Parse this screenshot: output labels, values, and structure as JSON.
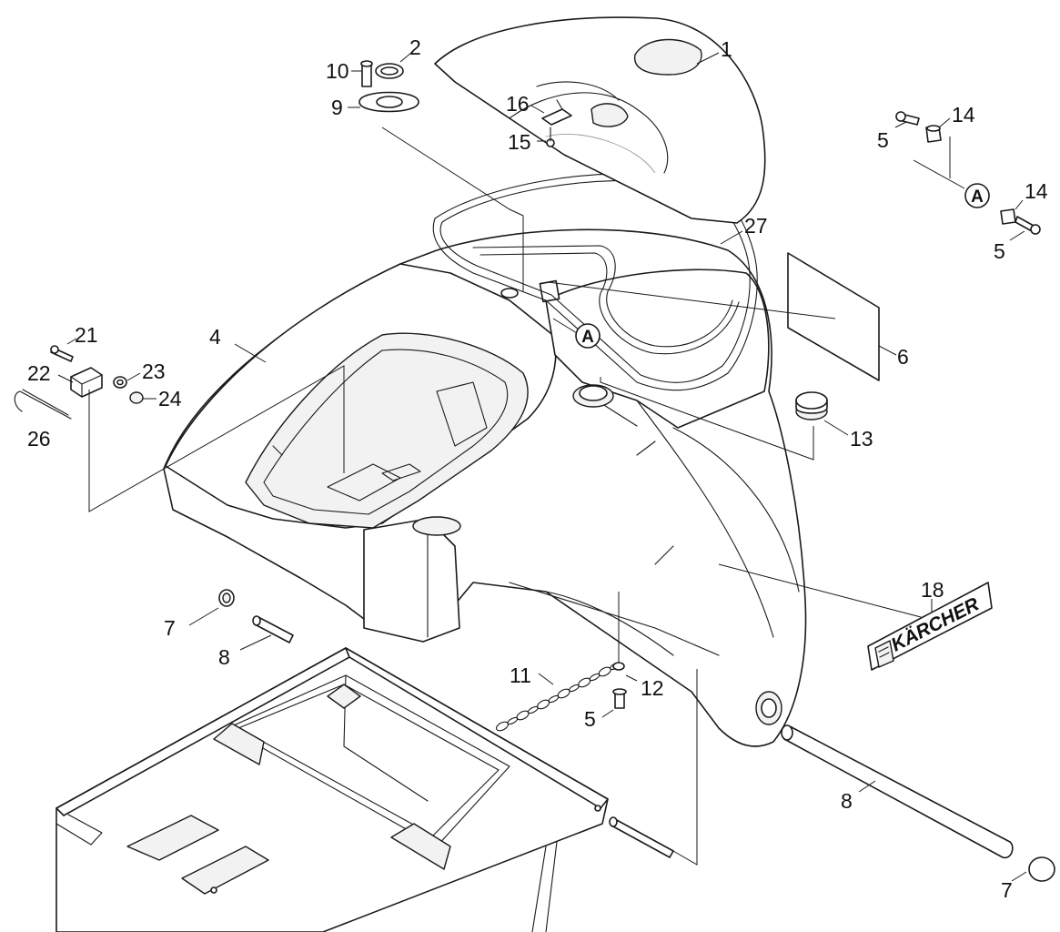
{
  "callouts": {
    "c1": "1",
    "c2": "2",
    "c4": "4",
    "c5a": "5",
    "c5b": "5",
    "c5c": "5",
    "c6": "6",
    "c7a": "7",
    "c7b": "7",
    "c8a": "8",
    "c8b": "8",
    "c9": "9",
    "c10": "10",
    "c11": "11",
    "c12": "12",
    "c13": "13",
    "c14a": "14",
    "c14b": "14",
    "c15": "15",
    "c16": "16",
    "c18": "18",
    "c21": "21",
    "c22": "22",
    "c23": "23",
    "c24": "24",
    "c26": "26",
    "c27": "27"
  },
  "markers": {
    "a_right": "A",
    "a_body": "A"
  },
  "logo": {
    "text": "KÄRCHER"
  }
}
